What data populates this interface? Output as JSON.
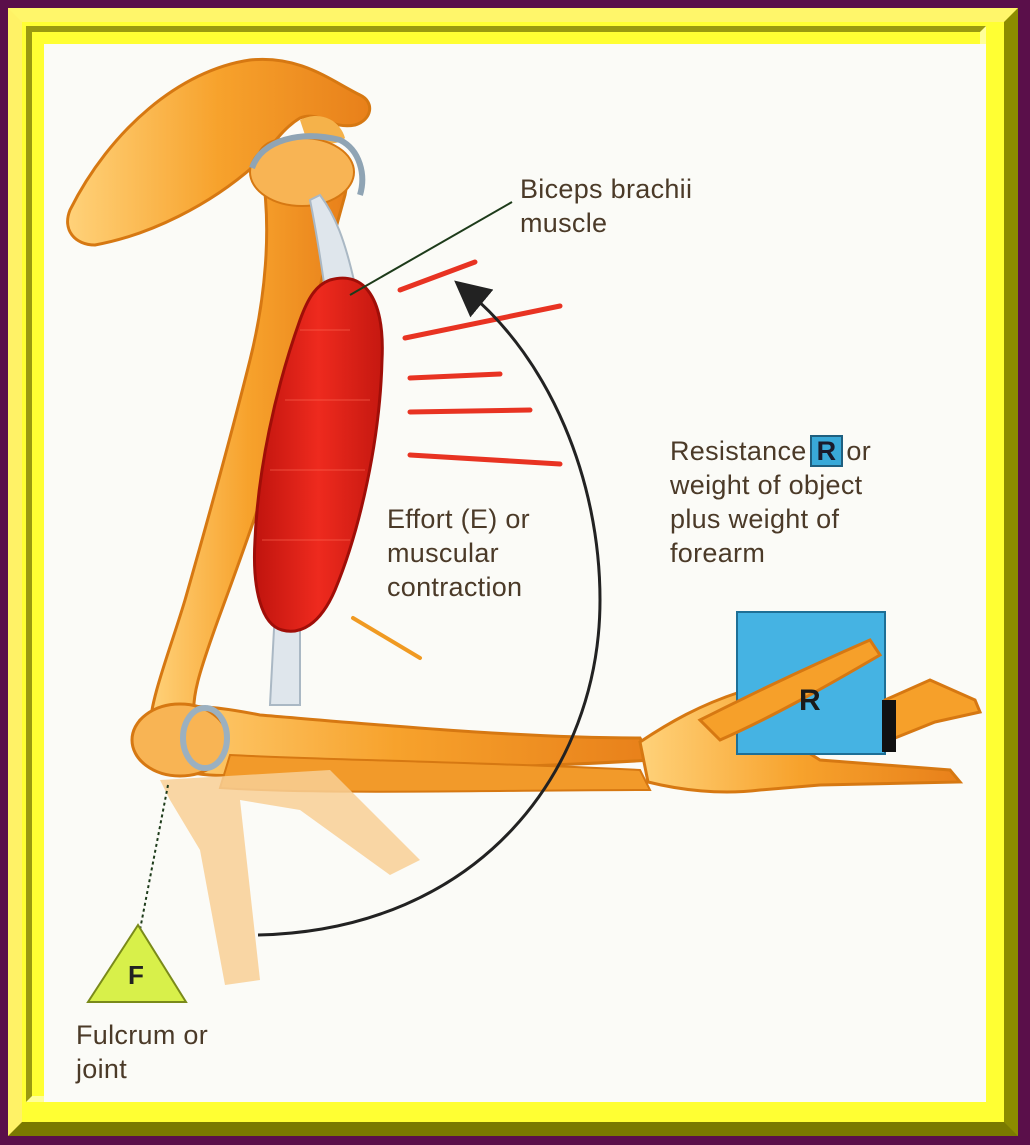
{
  "labels": {
    "biceps": [
      "Biceps brachii",
      "muscle"
    ],
    "effort": [
      "Effort (E) or",
      "muscular",
      "contraction"
    ],
    "resistance": {
      "before_box": "Resistance",
      "box_letter": "R",
      "after_box": "or",
      "lines": [
        "weight of object",
        "plus weight of",
        "forearm"
      ]
    },
    "fulcrum": [
      "Fulcrum or",
      "joint"
    ]
  },
  "markers": {
    "fulcrum_letter": "F",
    "resistance_letter": "R"
  },
  "colors": {
    "background": "#5a0f4a",
    "frame": "#ffff33",
    "panel": "#fbfbf7",
    "bone": "#f6a02a",
    "muscle": "#e8241c",
    "weight_box": "#45b3e3",
    "fulcrum_triangle": "#d8f04a"
  }
}
